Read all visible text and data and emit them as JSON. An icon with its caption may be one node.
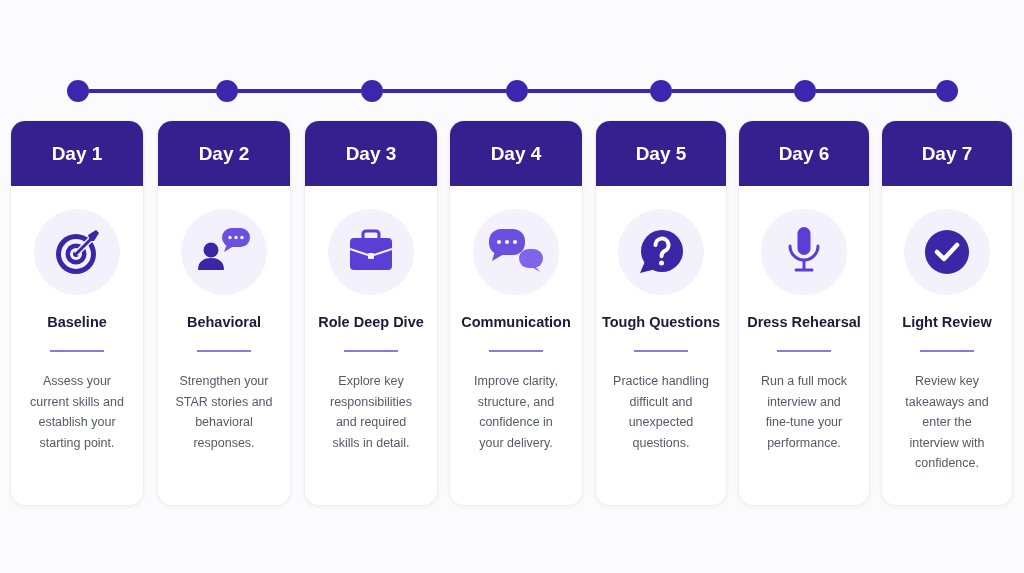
{
  "diagram": {
    "nodes": [
      {
        "text": [],
        "shape": "circle"
      },
      {
        "text": [],
        "shape": "circle"
      },
      {
        "text": [],
        "shape": "circle"
      },
      {
        "text": [],
        "shape": "circle"
      },
      {
        "text": [],
        "shape": "circle"
      },
      {
        "text": [],
        "shape": "circle"
      },
      {
        "text": [],
        "shape": "circle"
      },
      {
        "text": [
          "Day 1",
          "Baseline",
          "Assess your current skills and establish your starting point."
        ]
      },
      {
        "text": [
          "Day 2",
          "Behavioral",
          "Strengthen your STAR stories and behavioral responses."
        ]
      },
      {
        "text": [
          "Day 3",
          "Role Deep Dive",
          "Explore key responsibilities and required skills in detail."
        ]
      },
      {
        "text": [
          "Day 4",
          "Communication",
          "Improve clarity, structure, and confidence in your delivery."
        ]
      },
      {
        "text": [
          "Day 5",
          "Tough Questions",
          "Practice handling difficult and unexpected questions."
        ]
      },
      {
        "text": [
          "Day 6",
          "Dress Rehearsal",
          "Run a full mock interview and fine-tune your performance."
        ]
      },
      {
        "text": [
          "Day 7",
          "Light Review",
          "Review key takeaways and enter the interview with confidence."
        ]
      }
    ],
    "edges": [
      {
        "from": 0,
        "to": 1,
        "arrow": "none"
      },
      {
        "from": 1,
        "to": 2,
        "arrow": "none"
      },
      {
        "from": 2,
        "to": 3,
        "arrow": "none"
      },
      {
        "from": 3,
        "to": 4,
        "arrow": "none"
      },
      {
        "from": 4,
        "to": 5,
        "arrow": "none"
      },
      {
        "from": 5,
        "to": 6,
        "arrow": "none"
      }
    ]
  }
}
